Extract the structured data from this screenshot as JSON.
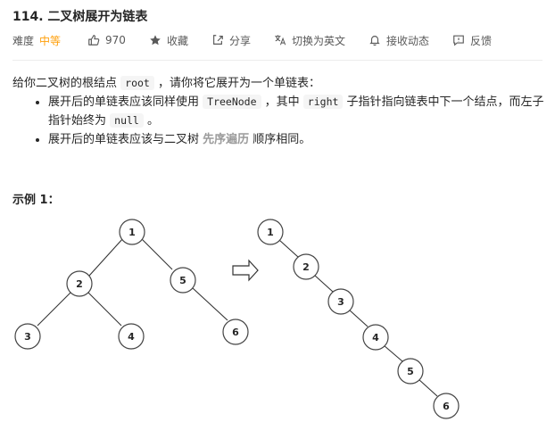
{
  "problem": {
    "title": "114. 二叉树展开为链表"
  },
  "meta": {
    "difficulty_label": "难度",
    "difficulty_value": "中等",
    "like_count": "970",
    "favorite_label": "收藏",
    "share_label": "分享",
    "translate_label": "切换为英文",
    "notify_label": "接收动态",
    "feedback_label": "反馈",
    "difficulty_color": "#ff9f0b"
  },
  "description": {
    "intro_before": "给你二叉树的根结点 ",
    "intro_code": "root",
    "intro_after": " ，请你将它展开为一个单链表：",
    "bullet1_a": "展开后的单链表应该同样使用 ",
    "bullet1_code1": "TreeNode",
    "bullet1_b": " ，其中 ",
    "bullet1_code2": "right",
    "bullet1_c": " 子指针指向链表中下一个结点，而左子指针始终为 ",
    "bullet1_code3": "null",
    "bullet1_d": " 。",
    "bullet2_a": "展开后的单链表应该与二叉树 ",
    "bullet2_strong": "先序遍历",
    "bullet2_b": " 顺序相同。"
  },
  "example": {
    "title": "示例 1：",
    "tree_nodes": [
      "1",
      "2",
      "3",
      "4",
      "5",
      "6"
    ],
    "list_nodes": [
      "1",
      "2",
      "3",
      "4",
      "5",
      "6"
    ]
  }
}
